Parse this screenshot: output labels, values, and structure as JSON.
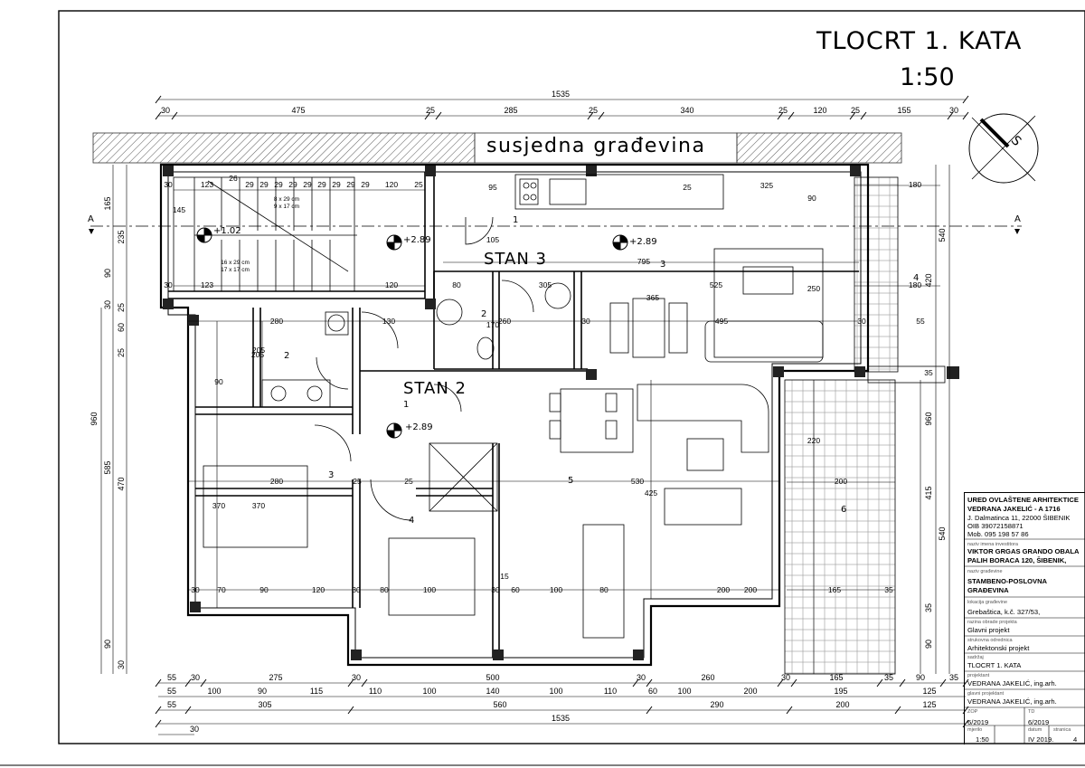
{
  "sheet": {
    "title": "TLOCRT 1. KATA",
    "scale": "1:50",
    "neighbor_label": "susjedna građevina",
    "north_label": "S",
    "section_marker": "A"
  },
  "units": {
    "stan3": "STAN 3",
    "stan2": "STAN 2"
  },
  "levels": [
    "+1.02",
    "+2.89",
    "+2.89",
    "+2.89"
  ],
  "room_numbers": [
    "1",
    "2",
    "3",
    "4",
    "1",
    "2",
    "3",
    "4",
    "5",
    "6"
  ],
  "dimensions": {
    "top_row1": [
      "1535"
    ],
    "top_row2": [
      "30",
      "475",
      "25",
      "285",
      "25",
      "340",
      "25",
      "120",
      "25",
      "155",
      "30"
    ],
    "bottom_row1": [
      "55",
      "30",
      "275",
      "30",
      "500",
      "30",
      "260",
      "30",
      "165",
      "35",
      "90",
      "35"
    ],
    "bottom_row2": [
      "55",
      "100",
      "90",
      "115",
      "110",
      "100",
      "140",
      "100",
      "110",
      "60",
      "100",
      "200",
      "195",
      "125"
    ],
    "bottom_row3": [
      "55",
      "305",
      "560",
      "290",
      "200",
      "125"
    ],
    "bottom_row4": [
      "1535"
    ],
    "bottom_row5": [
      "30"
    ],
    "left_col": [
      "165",
      "235",
      "90",
      "30",
      "25",
      "60",
      "25",
      "960",
      "585",
      "470",
      "90",
      "30"
    ],
    "right_col": [
      "540",
      "420",
      "960",
      "415",
      "540",
      "35",
      "90"
    ],
    "interior": [
      "30",
      "123",
      "26",
      "29",
      "29",
      "29",
      "29",
      "29",
      "29",
      "29",
      "29",
      "29",
      "120",
      "25",
      "95",
      "25",
      "325",
      "90",
      "180",
      "145",
      "205",
      "30",
      "123",
      "120",
      "80",
      "305",
      "795",
      "525",
      "250",
      "495",
      "180",
      "55",
      "280",
      "130",
      "260",
      "30",
      "30",
      "205",
      "90",
      "280",
      "370",
      "370",
      "25",
      "25",
      "530",
      "425",
      "200",
      "220",
      "200",
      "165",
      "35",
      "30",
      "70",
      "90",
      "120",
      "30",
      "80",
      "100",
      "30",
      "60",
      "100",
      "80",
      "200",
      "15",
      "8 x 29 cm",
      "9 x 17 cm",
      "16 x 29 cm",
      "17 x 17 cm",
      "365",
      "170",
      "105",
      "35"
    ]
  },
  "title_block": {
    "office_lines": [
      "URED OVLAŠTENE ARHITEKTICE",
      "VEDRANA JAKELIĆ - A 1716",
      "J. Dalmatinca 11, 22000 ŠIBENIK",
      "OIB 39072158871",
      "Mob. 095 198 57 86"
    ],
    "investor_caption": "naziv imena investitora",
    "investor_lines": [
      "VIKTOR GRGAS GRANDO OBALA",
      "PALIH BORACA 120, ŠIBENIK,"
    ],
    "building_caption": "naziv građevine",
    "building_lines": [
      "STAMBENO-POSLOVNA",
      "GRAĐEVINA"
    ],
    "location_caption": "lokacija građevine",
    "location": "Grebaštica, k.č. 327/53,",
    "project_level_caption": "razina obrade projekta",
    "project_level": "Glavni projekt",
    "discipline_caption": "strukovna odrednica",
    "discipline": "Arhitektonski projekt",
    "content_caption": "sadržaj",
    "content": "TLOCRT 1. KATA",
    "designer_caption": "projektant",
    "designer": "VEDRANA JAKELIĆ, ing.arh.",
    "lead_caption": "glavni projektant",
    "lead": "VEDRANA JAKELIĆ, ing.arh.",
    "zop_caption": "ZOP",
    "zop": "6/2019",
    "td_caption": "TD",
    "td": "6/2019",
    "scale_caption": "mjerilo",
    "scale": "1:50",
    "date_caption": "datum",
    "date": "IV 2019.",
    "page_caption": "stranica",
    "page": "4"
  }
}
